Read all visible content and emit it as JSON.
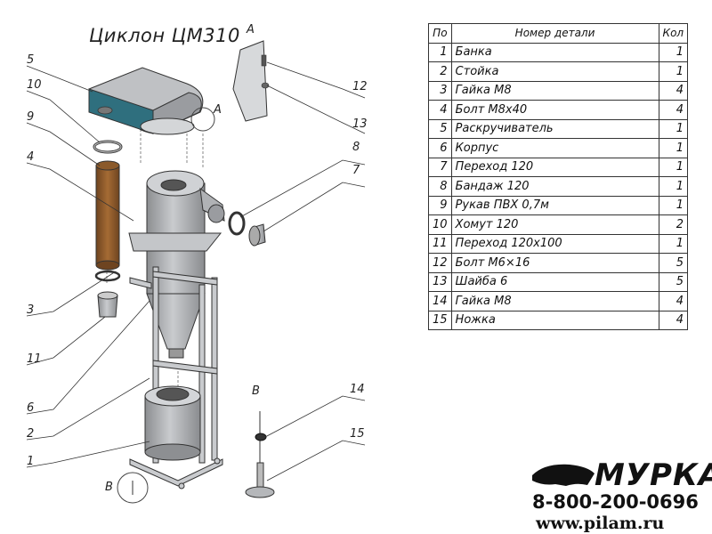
{
  "title": "Циклон ЦМ310",
  "view_labels": {
    "a_top": "А",
    "a_side": "А",
    "b_detail": "В",
    "b_circle": "В"
  },
  "callouts": [
    "5",
    "10",
    "9",
    "4",
    "3",
    "11",
    "6",
    "2",
    "1",
    "12",
    "13",
    "8",
    "7",
    "14",
    "15"
  ],
  "table": {
    "headers": {
      "num": "По",
      "name": "Номер детали",
      "qty": "Кол"
    },
    "rows": [
      {
        "num": "1",
        "name": "Банка",
        "qty": "1"
      },
      {
        "num": "2",
        "name": "Стойка",
        "qty": "1"
      },
      {
        "num": "3",
        "name": "Гайка М8",
        "qty": "4"
      },
      {
        "num": "4",
        "name": "Болт М8х40",
        "qty": "4"
      },
      {
        "num": "5",
        "name": "Раскручиватель",
        "qty": "1"
      },
      {
        "num": "6",
        "name": "Корпус",
        "qty": "1"
      },
      {
        "num": "7",
        "name": "Переход 120",
        "qty": "1"
      },
      {
        "num": "8",
        "name": "Бандаж 120",
        "qty": "1"
      },
      {
        "num": "9",
        "name": "Рукав ПВХ 0,7м",
        "qty": "1"
      },
      {
        "num": "10",
        "name": "Хомут 120",
        "qty": "2"
      },
      {
        "num": "11",
        "name": "Переход 120х100",
        "qty": "1"
      },
      {
        "num": "12",
        "name": "Болт М6×16",
        "qty": "5"
      },
      {
        "num": "13",
        "name": "Шайба 6",
        "qty": "5"
      },
      {
        "num": "14",
        "name": "Гайка М8",
        "qty": "4"
      },
      {
        "num": "15",
        "name": "Ножка",
        "qty": "4"
      }
    ]
  },
  "brand": {
    "name": "МУРКА",
    "phone": "8-800-200-0696",
    "site": "www.pilam.ru"
  },
  "colors": {
    "steel": "#a7a9ac",
    "steel_dark": "#7d7f82",
    "hose": "#8b5a2b",
    "blue_panel": "#2f6f7e"
  }
}
